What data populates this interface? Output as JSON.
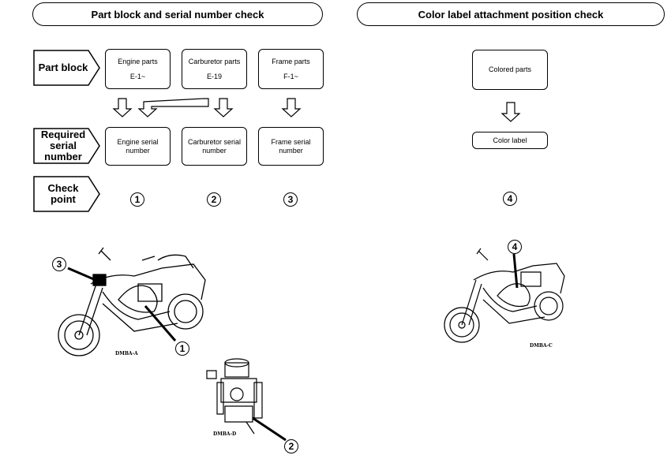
{
  "left_header": "Part block and serial number check",
  "right_header": "Color label attachment position check",
  "row_labels": {
    "part_block": "Part block",
    "required_serial": "Required serial number",
    "check_point": "Check point"
  },
  "part_blocks": [
    {
      "name": "Engine parts",
      "code": "E-1~"
    },
    {
      "name": "Carburetor parts",
      "code": "E-19"
    },
    {
      "name": "Frame parts",
      "code": "F-1~"
    }
  ],
  "serial_numbers": [
    "Engine serial number",
    "Carburetor serial number",
    "Frame serial number"
  ],
  "check_points": [
    "1",
    "2",
    "3"
  ],
  "color_check": {
    "colored_parts": "Colored parts",
    "color_label": "Color label",
    "check_point": "4"
  },
  "illustrations": {
    "bike_left_caption": "DMBA-A",
    "carb_caption": "DMBA-D",
    "bike_right_caption": "DMBA-C",
    "callouts": [
      "3",
      "1",
      "2",
      "4"
    ]
  },
  "icons": [
    "down-arrow-icon",
    "bent-arrow-icon",
    "motorcycle-illustration",
    "carburetor-illustration"
  ]
}
